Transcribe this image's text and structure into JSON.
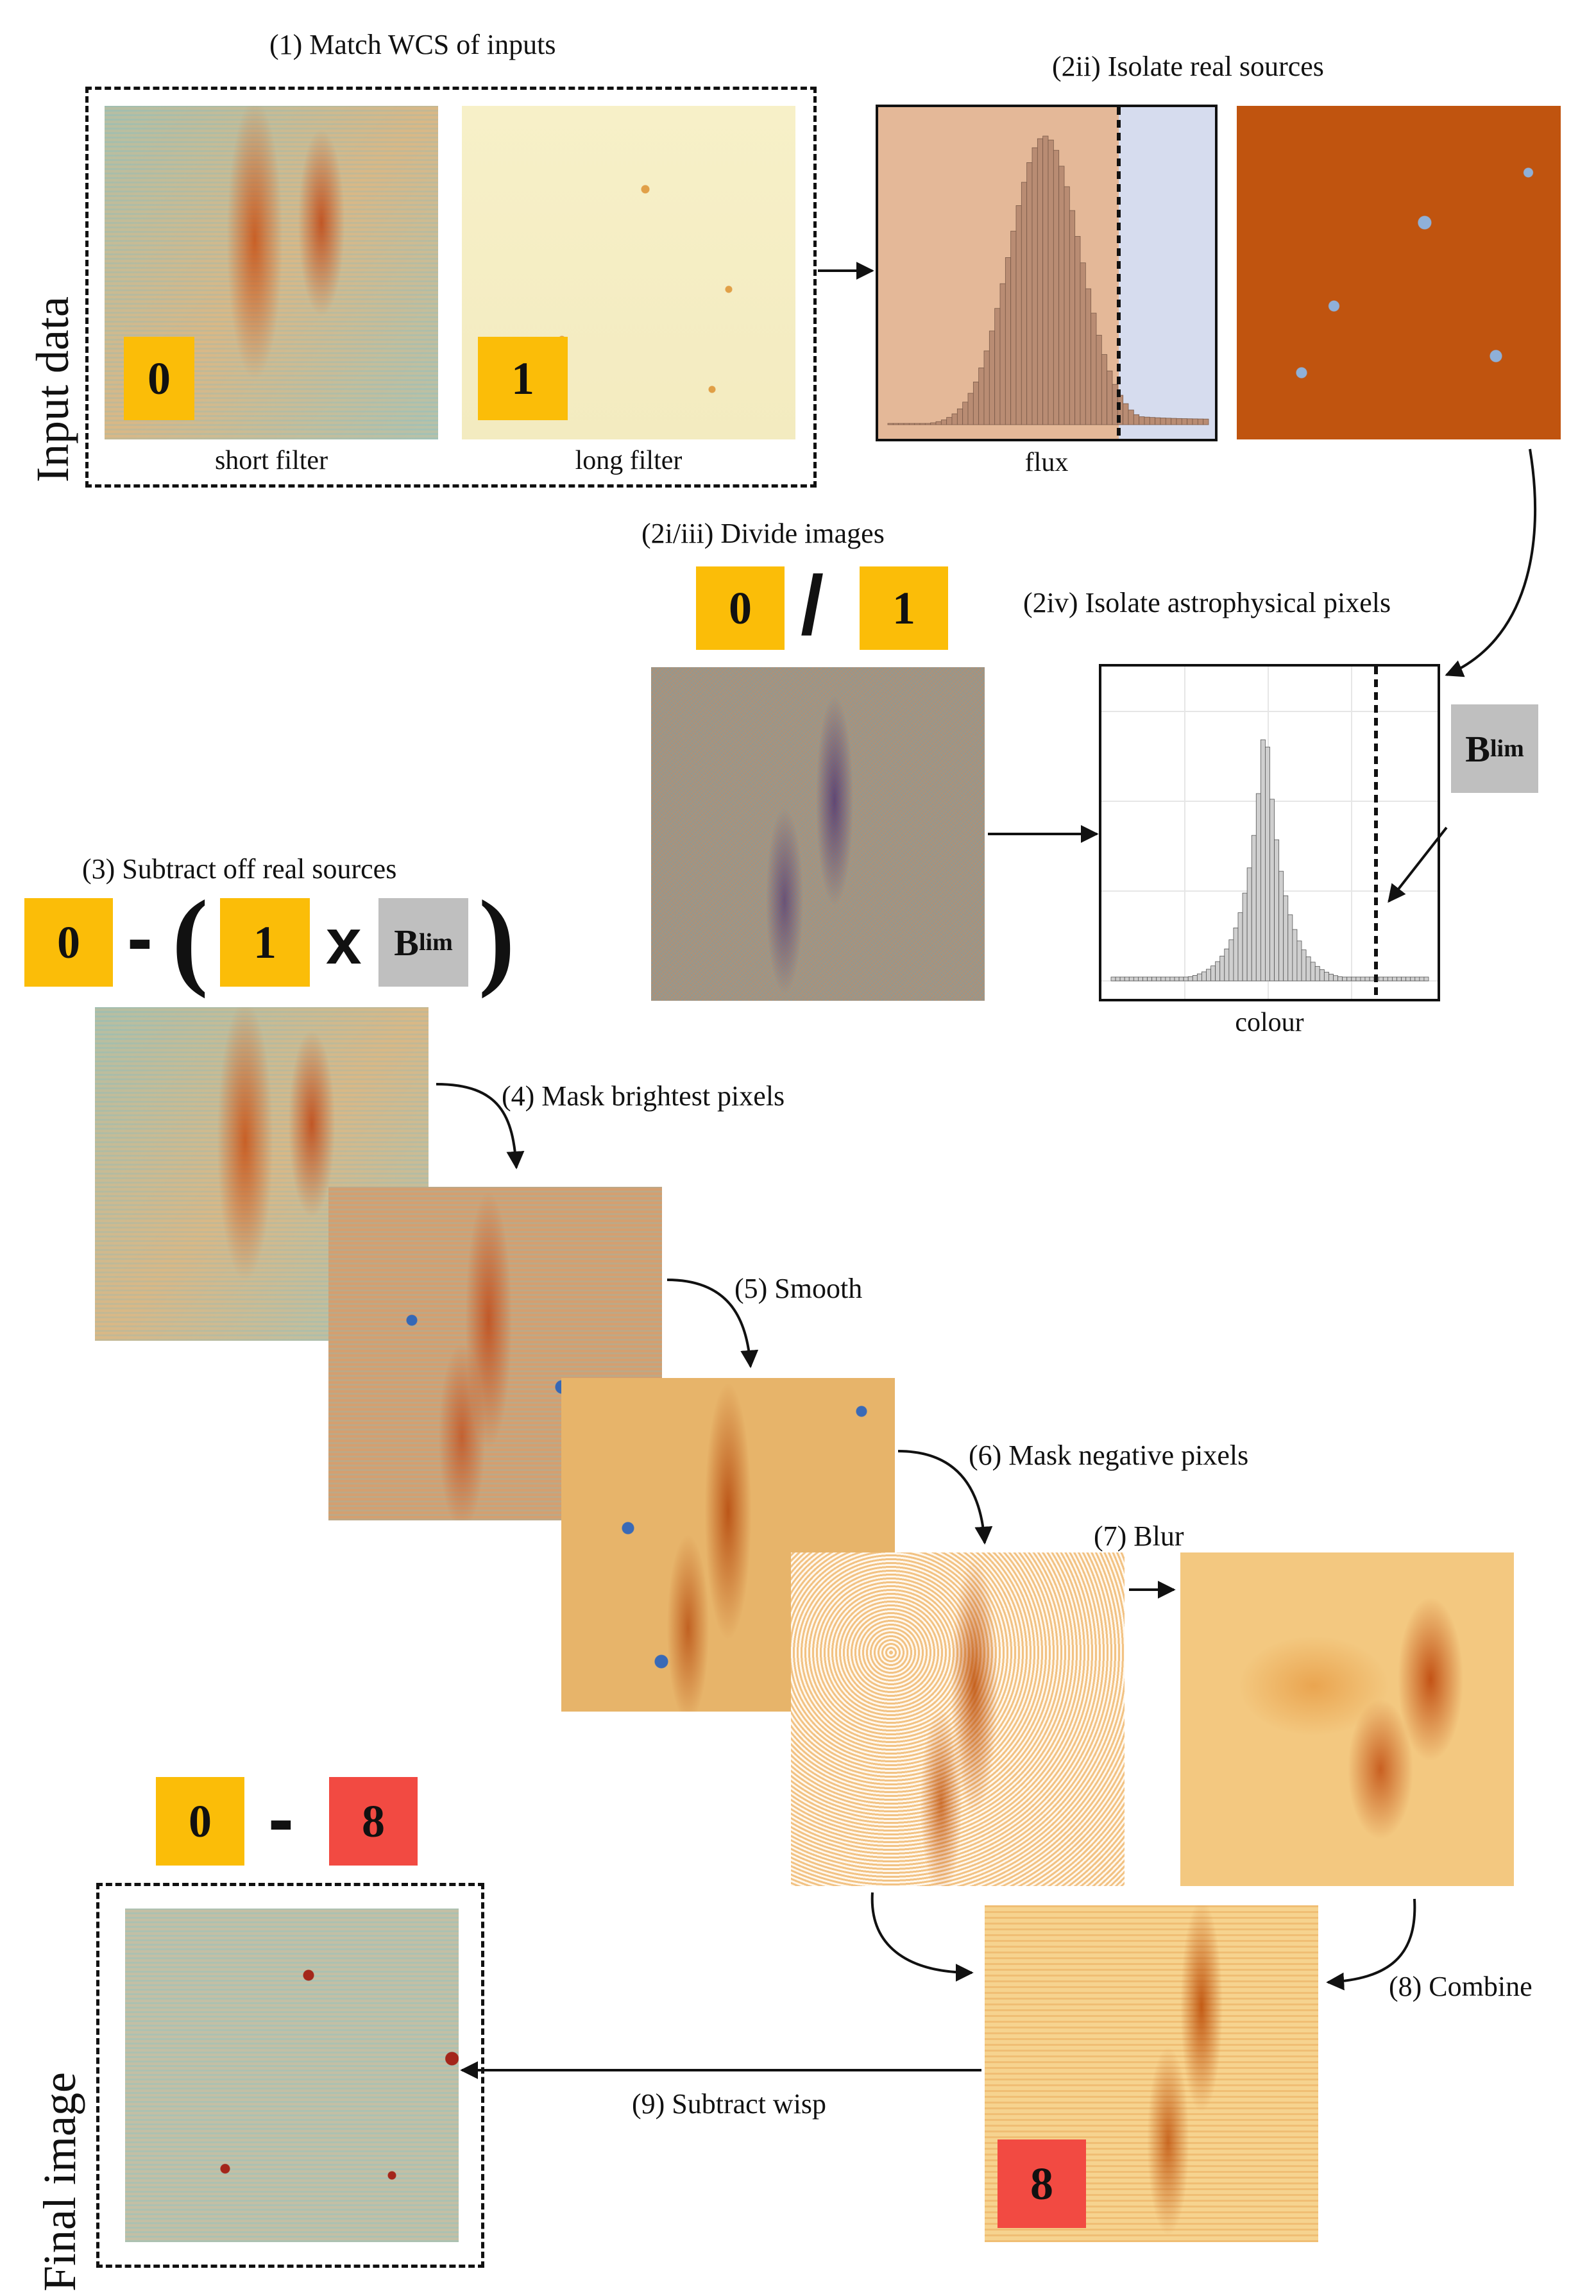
{
  "labels": {
    "step1": "(1) Match WCS of inputs",
    "step2ii": "(2ii) Isolate real sources",
    "step2i_iii": "(2i/iii) Divide images",
    "step2iv": "(2iv) Isolate astrophysical pixels",
    "step3": "(3) Subtract off real sources",
    "step4": "(4) Mask brightest pixels",
    "step5": "(5) Smooth",
    "step6": "(6) Mask negative pixels",
    "step7": "(7) Blur",
    "step8": "(8) Combine",
    "step9": "(9) Subtract wisp"
  },
  "side_labels": {
    "input": "Input data",
    "final": "Final image"
  },
  "captions": {
    "short": "short filter",
    "long": "long filter",
    "flux": "flux",
    "colour": "colour"
  },
  "badges": {
    "zero": "0",
    "one": "1",
    "eight": "8"
  },
  "operators": {
    "divide": "/",
    "minus": "-",
    "lparen": "(",
    "rparen": ")",
    "times": "x"
  },
  "blim": {
    "main": "B",
    "sub": "lim"
  },
  "colors": {
    "badge_yellow": "#fbbd08",
    "badge_red": "#f24a42",
    "badge_grey": "#bfbfbf",
    "flux_region_left": "#e4b898",
    "flux_region_right": "#d6dcee"
  }
}
